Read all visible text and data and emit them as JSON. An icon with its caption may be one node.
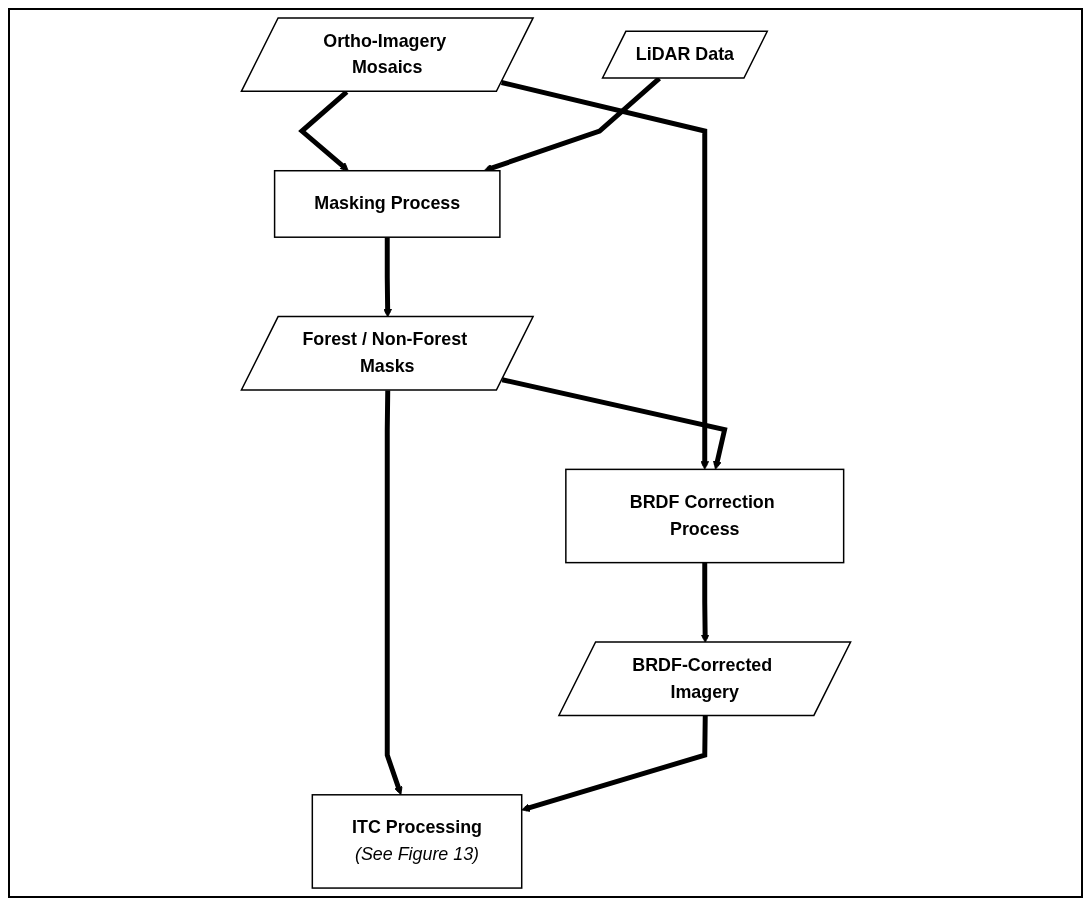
{
  "diagram": {
    "nodes": [
      {
        "text": [
          "Ortho-Imagery Mosaics"
        ]
      },
      {
        "text": [
          "Masking Process"
        ]
      },
      {
        "text": [
          "LiDAR Data"
        ]
      },
      {
        "text": [
          "BRDF Correction Process"
        ]
      },
      {
        "text": [
          "Forest / Non-Forest Masks"
        ]
      },
      {
        "text": [
          "BRDF-Corrected Imagery"
        ]
      },
      {
        "text": [
          "ITC Processing",
          "(See Figure 13)"
        ]
      }
    ],
    "edges": [
      {
        "from": 0,
        "to": 1,
        "arrow": "to"
      },
      {
        "from": 2,
        "to": 1,
        "arrow": "to"
      },
      {
        "from": 0,
        "to": 3,
        "arrow": "to"
      },
      {
        "from": 1,
        "to": 4,
        "arrow": "to"
      },
      {
        "from": 4,
        "to": 3,
        "arrow": "to"
      },
      {
        "from": 3,
        "to": 5,
        "arrow": "to"
      },
      {
        "from": 4,
        "to": 6,
        "arrow": "to"
      },
      {
        "from": 5,
        "to": 6,
        "arrow": "to"
      }
    ]
  }
}
